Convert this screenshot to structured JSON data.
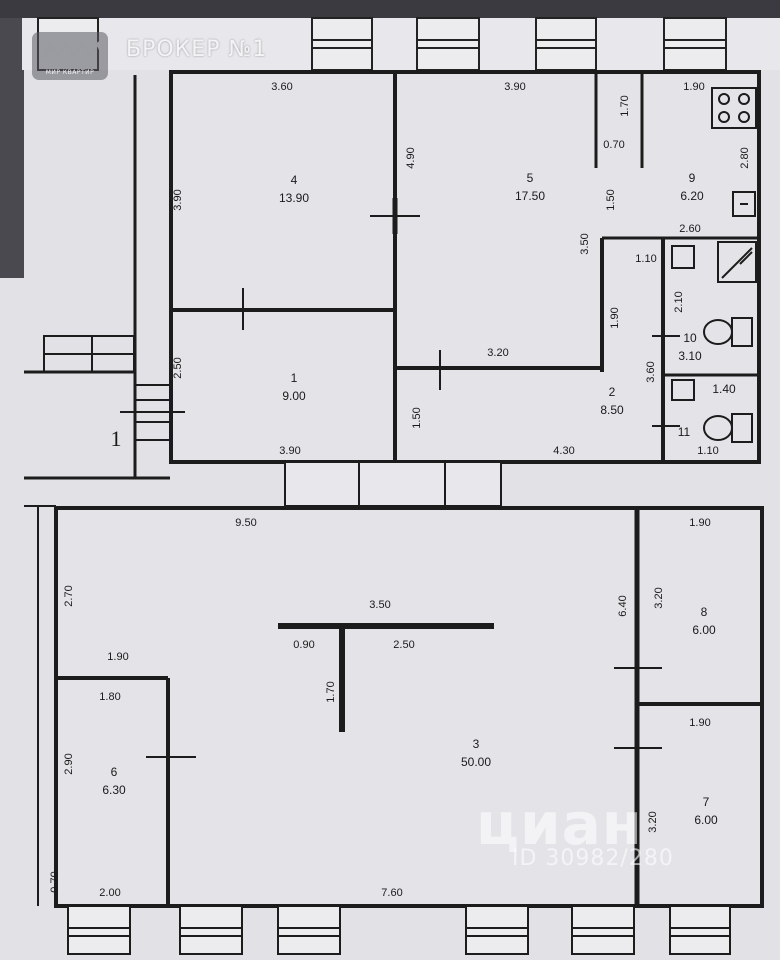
{
  "overlay": {
    "logo_caption": "МИР КВАРТИР",
    "brand": "БРОКЕР №1",
    "watermark": "циан",
    "watermark_id": "ID 30982/280"
  },
  "entrance_label": "1",
  "rooms": [
    {
      "id": "r4",
      "num": "4",
      "area": "13.90"
    },
    {
      "id": "r5",
      "num": "5",
      "area": "17.50"
    },
    {
      "id": "r9",
      "num": "9",
      "area": "6.20"
    },
    {
      "id": "r1",
      "num": "1",
      "area": "9.00"
    },
    {
      "id": "r2",
      "num": "2",
      "area": "8.50"
    },
    {
      "id": "r10",
      "num": "10",
      "area": "3.10"
    },
    {
      "id": "r11",
      "num": "11",
      "area": "1.40"
    },
    {
      "id": "r3",
      "num": "3",
      "area": "50.00"
    },
    {
      "id": "r8",
      "num": "8",
      "area": "6.00"
    },
    {
      "id": "r7",
      "num": "7",
      "area": "6.00"
    },
    {
      "id": "r6",
      "num": "6",
      "area": "6.30"
    }
  ],
  "dimensions": [
    {
      "id": "d1",
      "text": "3.60"
    },
    {
      "id": "d2",
      "text": "3.90"
    },
    {
      "id": "d3",
      "text": "1.90"
    },
    {
      "id": "d4",
      "text": "3.90"
    },
    {
      "id": "d5",
      "text": "4.90"
    },
    {
      "id": "d6",
      "text": "1.70"
    },
    {
      "id": "d7",
      "text": "0.70"
    },
    {
      "id": "d8",
      "text": "2.80"
    },
    {
      "id": "d9",
      "text": "1.50"
    },
    {
      "id": "d10",
      "text": "2.60"
    },
    {
      "id": "d11",
      "text": "3.50"
    },
    {
      "id": "d12",
      "text": "1.10"
    },
    {
      "id": "d13",
      "text": "2.10"
    },
    {
      "id": "d14",
      "text": "1.90"
    },
    {
      "id": "d15",
      "text": "3.20"
    },
    {
      "id": "d16",
      "text": "2.50"
    },
    {
      "id": "d17",
      "text": "3.60"
    },
    {
      "id": "d18",
      "text": "1.50"
    },
    {
      "id": "d19",
      "text": "4.30"
    },
    {
      "id": "d20",
      "text": "3.90"
    },
    {
      "id": "d21",
      "text": "1.10"
    },
    {
      "id": "d22",
      "text": "9.50"
    },
    {
      "id": "d23",
      "text": "1.90"
    },
    {
      "id": "d24",
      "text": "2.70"
    },
    {
      "id": "d25",
      "text": "3.50"
    },
    {
      "id": "d26",
      "text": "0.90"
    },
    {
      "id": "d27",
      "text": "2.50"
    },
    {
      "id": "d28",
      "text": "6.40"
    },
    {
      "id": "d29",
      "text": "3.20"
    },
    {
      "id": "d30",
      "text": "1.90"
    },
    {
      "id": "d31",
      "text": "1.80"
    },
    {
      "id": "d32",
      "text": "1.70"
    },
    {
      "id": "d33",
      "text": "2.90"
    },
    {
      "id": "d34",
      "text": "1.90"
    },
    {
      "id": "d35",
      "text": "3.20"
    },
    {
      "id": "d36",
      "text": "0.70"
    },
    {
      "id": "d37",
      "text": "2.00"
    },
    {
      "id": "d38",
      "text": "7.60"
    }
  ]
}
